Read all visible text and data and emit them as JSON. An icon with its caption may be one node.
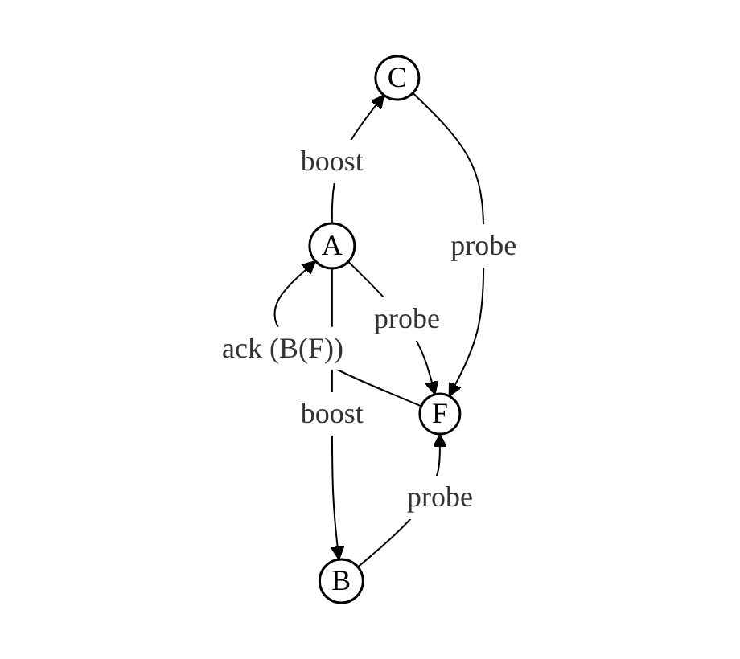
{
  "diagram": {
    "nodes": [
      {
        "text": [
          "B"
        ]
      },
      {
        "text": [
          "F"
        ]
      },
      {
        "text": [
          "A"
        ]
      },
      {
        "text": [
          "C"
        ]
      }
    ],
    "edges": [
      {
        "from": 0,
        "to": 1,
        "arrow": "to",
        "label": "probe"
      },
      {
        "from": 2,
        "to": 0,
        "arrow": "to",
        "label": "boost"
      },
      {
        "from": 2,
        "to": 1,
        "arrow": "to",
        "label": "probe"
      },
      {
        "from": 1,
        "to": 2,
        "arrow": "to",
        "label": "ack (B(F))"
      },
      {
        "from": 3,
        "to": 1,
        "arrow": "to",
        "label": "probe"
      },
      {
        "from": 2,
        "to": 3,
        "arrow": "to",
        "label": "boost"
      }
    ]
  }
}
